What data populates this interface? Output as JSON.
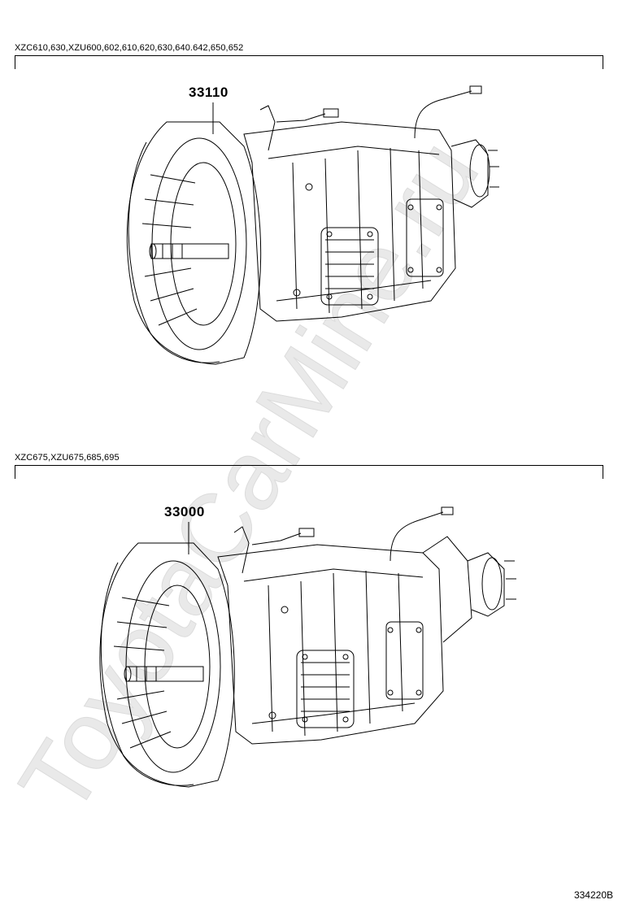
{
  "sections": [
    {
      "applicability": "XZC610,630,XZU600,602,610,620,630,640.642,650,652",
      "part_number": "33110"
    },
    {
      "applicability": "XZC675,XZU675,685,695",
      "part_number": "33000"
    }
  ],
  "illustration_id": "334220B",
  "watermark": "ToyotaCarMine.ru",
  "colors": {
    "line": "#000000",
    "watermark": "#e6e6e6"
  }
}
